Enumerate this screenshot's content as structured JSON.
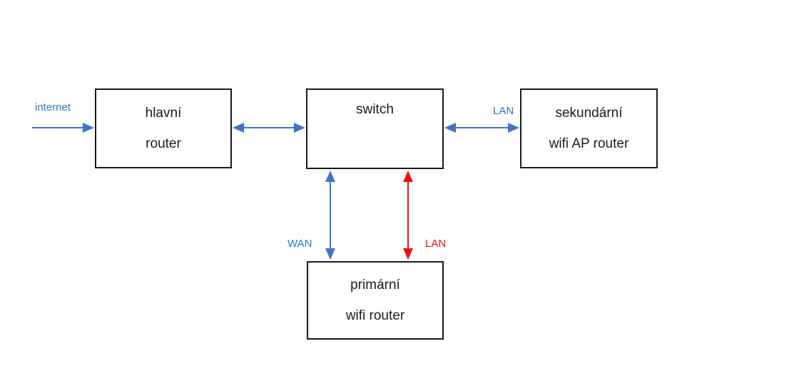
{
  "diagram": {
    "type": "network-topology",
    "nodes": {
      "main_router": {
        "line1": "hlavní",
        "line2": "router"
      },
      "switch": {
        "line1": "switch",
        "line2": ""
      },
      "secondary_router": {
        "line1": "sekundární",
        "line2": "wifi AP router"
      },
      "primary_router": {
        "line1": "primární",
        "line2": "wifi router"
      }
    },
    "labels": {
      "internet": "internet",
      "lan_top": "LAN",
      "wan": "WAN",
      "lan_bottom": "LAN"
    },
    "edges": [
      {
        "from": "internet",
        "to": "main_router",
        "label": "internet",
        "color": "#4472C4",
        "direction": "one-way"
      },
      {
        "from": "main_router",
        "to": "switch",
        "label": "",
        "color": "#4472C4",
        "direction": "two-way"
      },
      {
        "from": "switch",
        "to": "secondary_router",
        "label": "LAN",
        "color": "#4472C4",
        "direction": "two-way"
      },
      {
        "from": "switch",
        "to": "primary_router",
        "label": "WAN",
        "color": "#4472C4",
        "direction": "two-way"
      },
      {
        "from": "switch",
        "to": "primary_router",
        "label": "LAN",
        "color": "#EE1111",
        "direction": "two-way"
      }
    ],
    "colors": {
      "arrow_blue": "#4472C4",
      "label_blue": "#2E75B6",
      "arrow_red": "#EE1111",
      "box_border": "#1a1a1a",
      "background": "#FFFFFF"
    }
  }
}
